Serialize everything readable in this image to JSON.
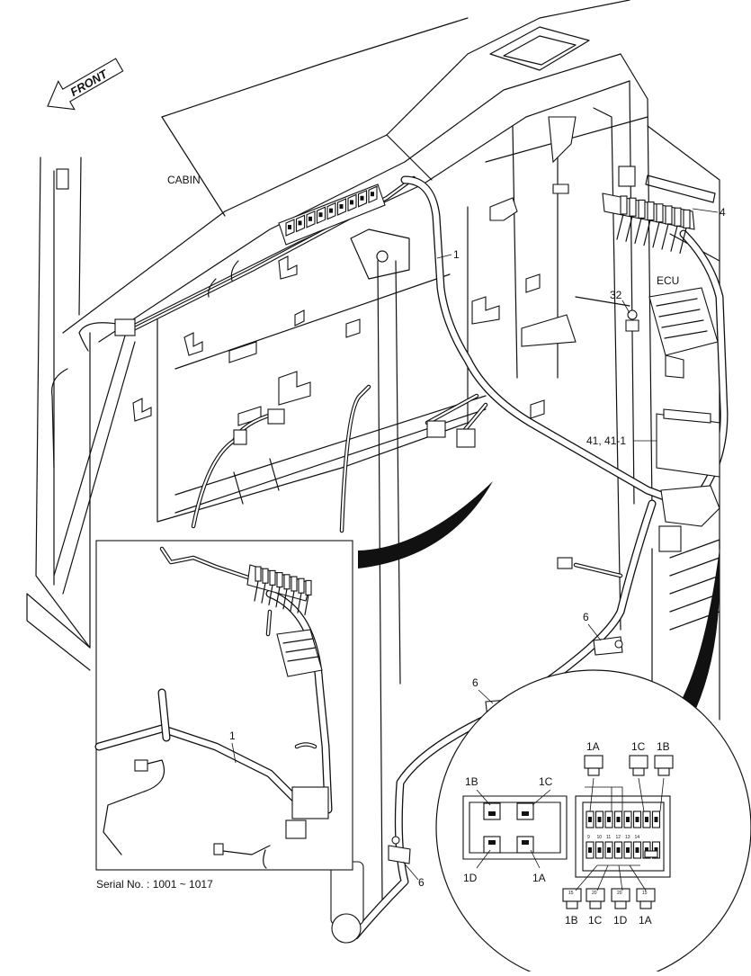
{
  "labels": {
    "front": "FRONT",
    "cabin": "CABIN",
    "ecu": "ECU",
    "part_1": "1",
    "part_1_inset": "1",
    "part_4": "4",
    "part_32": "32",
    "part_41": "41, 41-1",
    "part_6_a": "6",
    "part_6_b": "6",
    "part_6_c": "6",
    "serial": "Serial No. : 1001 ~ 1017"
  },
  "relay_detail": {
    "left_box": [
      "1B",
      "1C",
      "1D",
      "1A"
    ],
    "top_fuses": [
      "1A",
      "1C",
      "1B"
    ],
    "bottom_fuses": [
      "1B",
      "1C",
      "1D",
      "1A"
    ],
    "fuse_numbers_top": [
      "9",
      "10",
      "11",
      "12",
      "13",
      "14"
    ],
    "fuse_numbers_bottom": [
      "15",
      "20",
      "20",
      "15"
    ]
  },
  "colors": {
    "line": "#111111",
    "background": "#ffffff"
  }
}
